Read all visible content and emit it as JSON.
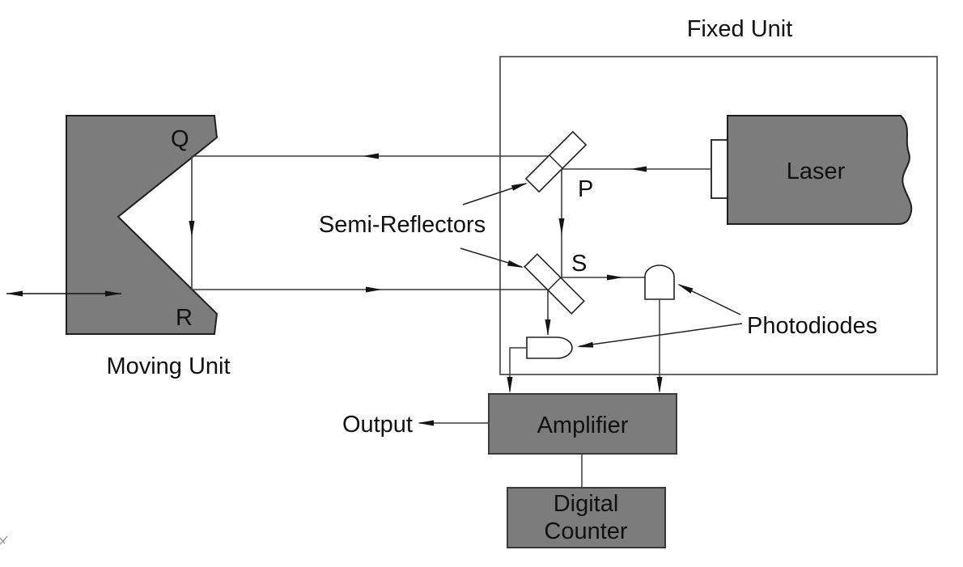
{
  "colors": {
    "shape_gray": "#7c7c7c",
    "line_dark": "#3c3c3c",
    "text": "#111111"
  },
  "units": {
    "fixed_unit_label": "Fixed Unit",
    "moving_unit_label": "Moving Unit"
  },
  "components": {
    "laser_label": "Laser",
    "semi_reflectors_label": "Semi-Reflectors",
    "photodiodes_label": "Photodiodes",
    "amplifier_label": "Amplifier",
    "digital_counter_line1": "Digital",
    "digital_counter_line2": "Counter"
  },
  "signals": {
    "output_label": "Output"
  },
  "beam_points": {
    "p": "P",
    "s": "S",
    "q": "Q",
    "r": "R"
  }
}
